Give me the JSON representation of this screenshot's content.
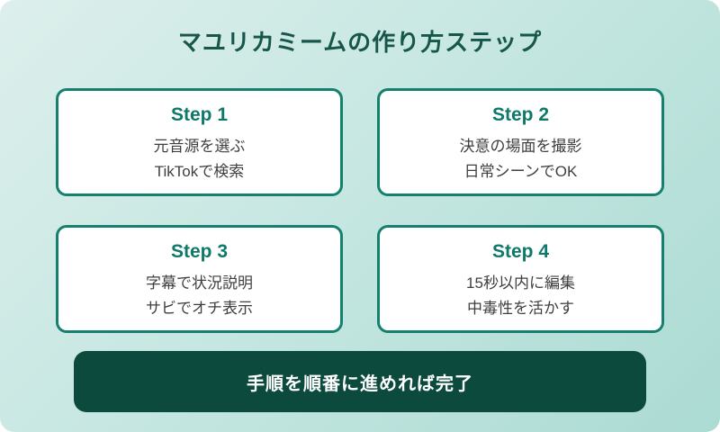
{
  "page": {
    "title": "マユリカミームの作り方ステップ"
  },
  "steps": [
    {
      "label": "Step 1",
      "line1": "元音源を選ぶ",
      "line2": "TikTokで検索"
    },
    {
      "label": "Step 2",
      "line1": "決意の場面を撮影",
      "line2": "日常シーンでOK"
    },
    {
      "label": "Step 3",
      "line1": "字幕で状況説明",
      "line2": "サビでオチ表示"
    },
    {
      "label": "Step 4",
      "line1": "15秒以内に編集",
      "line2": "中毒性を活かす"
    }
  ],
  "footer": {
    "label": "手順を順番に進めれば完了"
  },
  "colors": {
    "background_gradient_start": "#ddefec",
    "background_gradient_end": "#abdbd3",
    "title_text": "#17564a",
    "card_border": "#15806e",
    "step_label": "#0e7969",
    "body_text": "#3f3f3f",
    "banner_background": "#0c4a3e",
    "banner_text": "#ffffff"
  }
}
